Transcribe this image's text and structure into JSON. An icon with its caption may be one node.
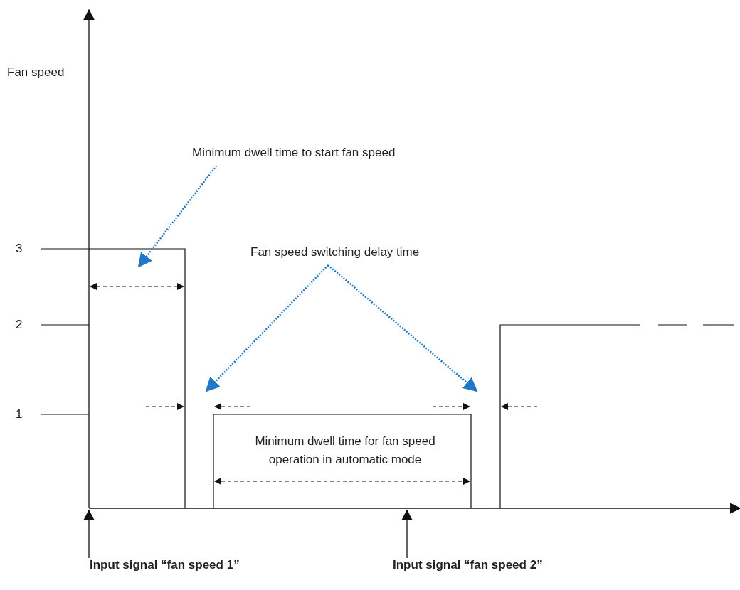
{
  "diagram": {
    "nodes": [
      {
        "text": [
          "Minimum dwell time to start fan speed"
        ]
      },
      {
        "text": [
          "Fan speed switching delay time"
        ]
      }
    ],
    "edges": [
      {
        "from": 0,
        "to": null,
        "arrow": "to",
        "style": "dashed",
        "color": "#1f78c8"
      },
      {
        "from": 1,
        "to": null,
        "arrow": "to",
        "style": "dashed",
        "color": "#1f78c8"
      },
      {
        "from": 1,
        "to": null,
        "arrow": "to",
        "style": "dashed",
        "color": "#1f78c8"
      }
    ],
    "labels": [
      "Fan speed",
      "3",
      "2",
      "1",
      "Minimum dwell time for fan speed operation in automatic mode",
      "Input signal “fan speed 1”",
      "Input signal “fan speed 2”"
    ]
  }
}
